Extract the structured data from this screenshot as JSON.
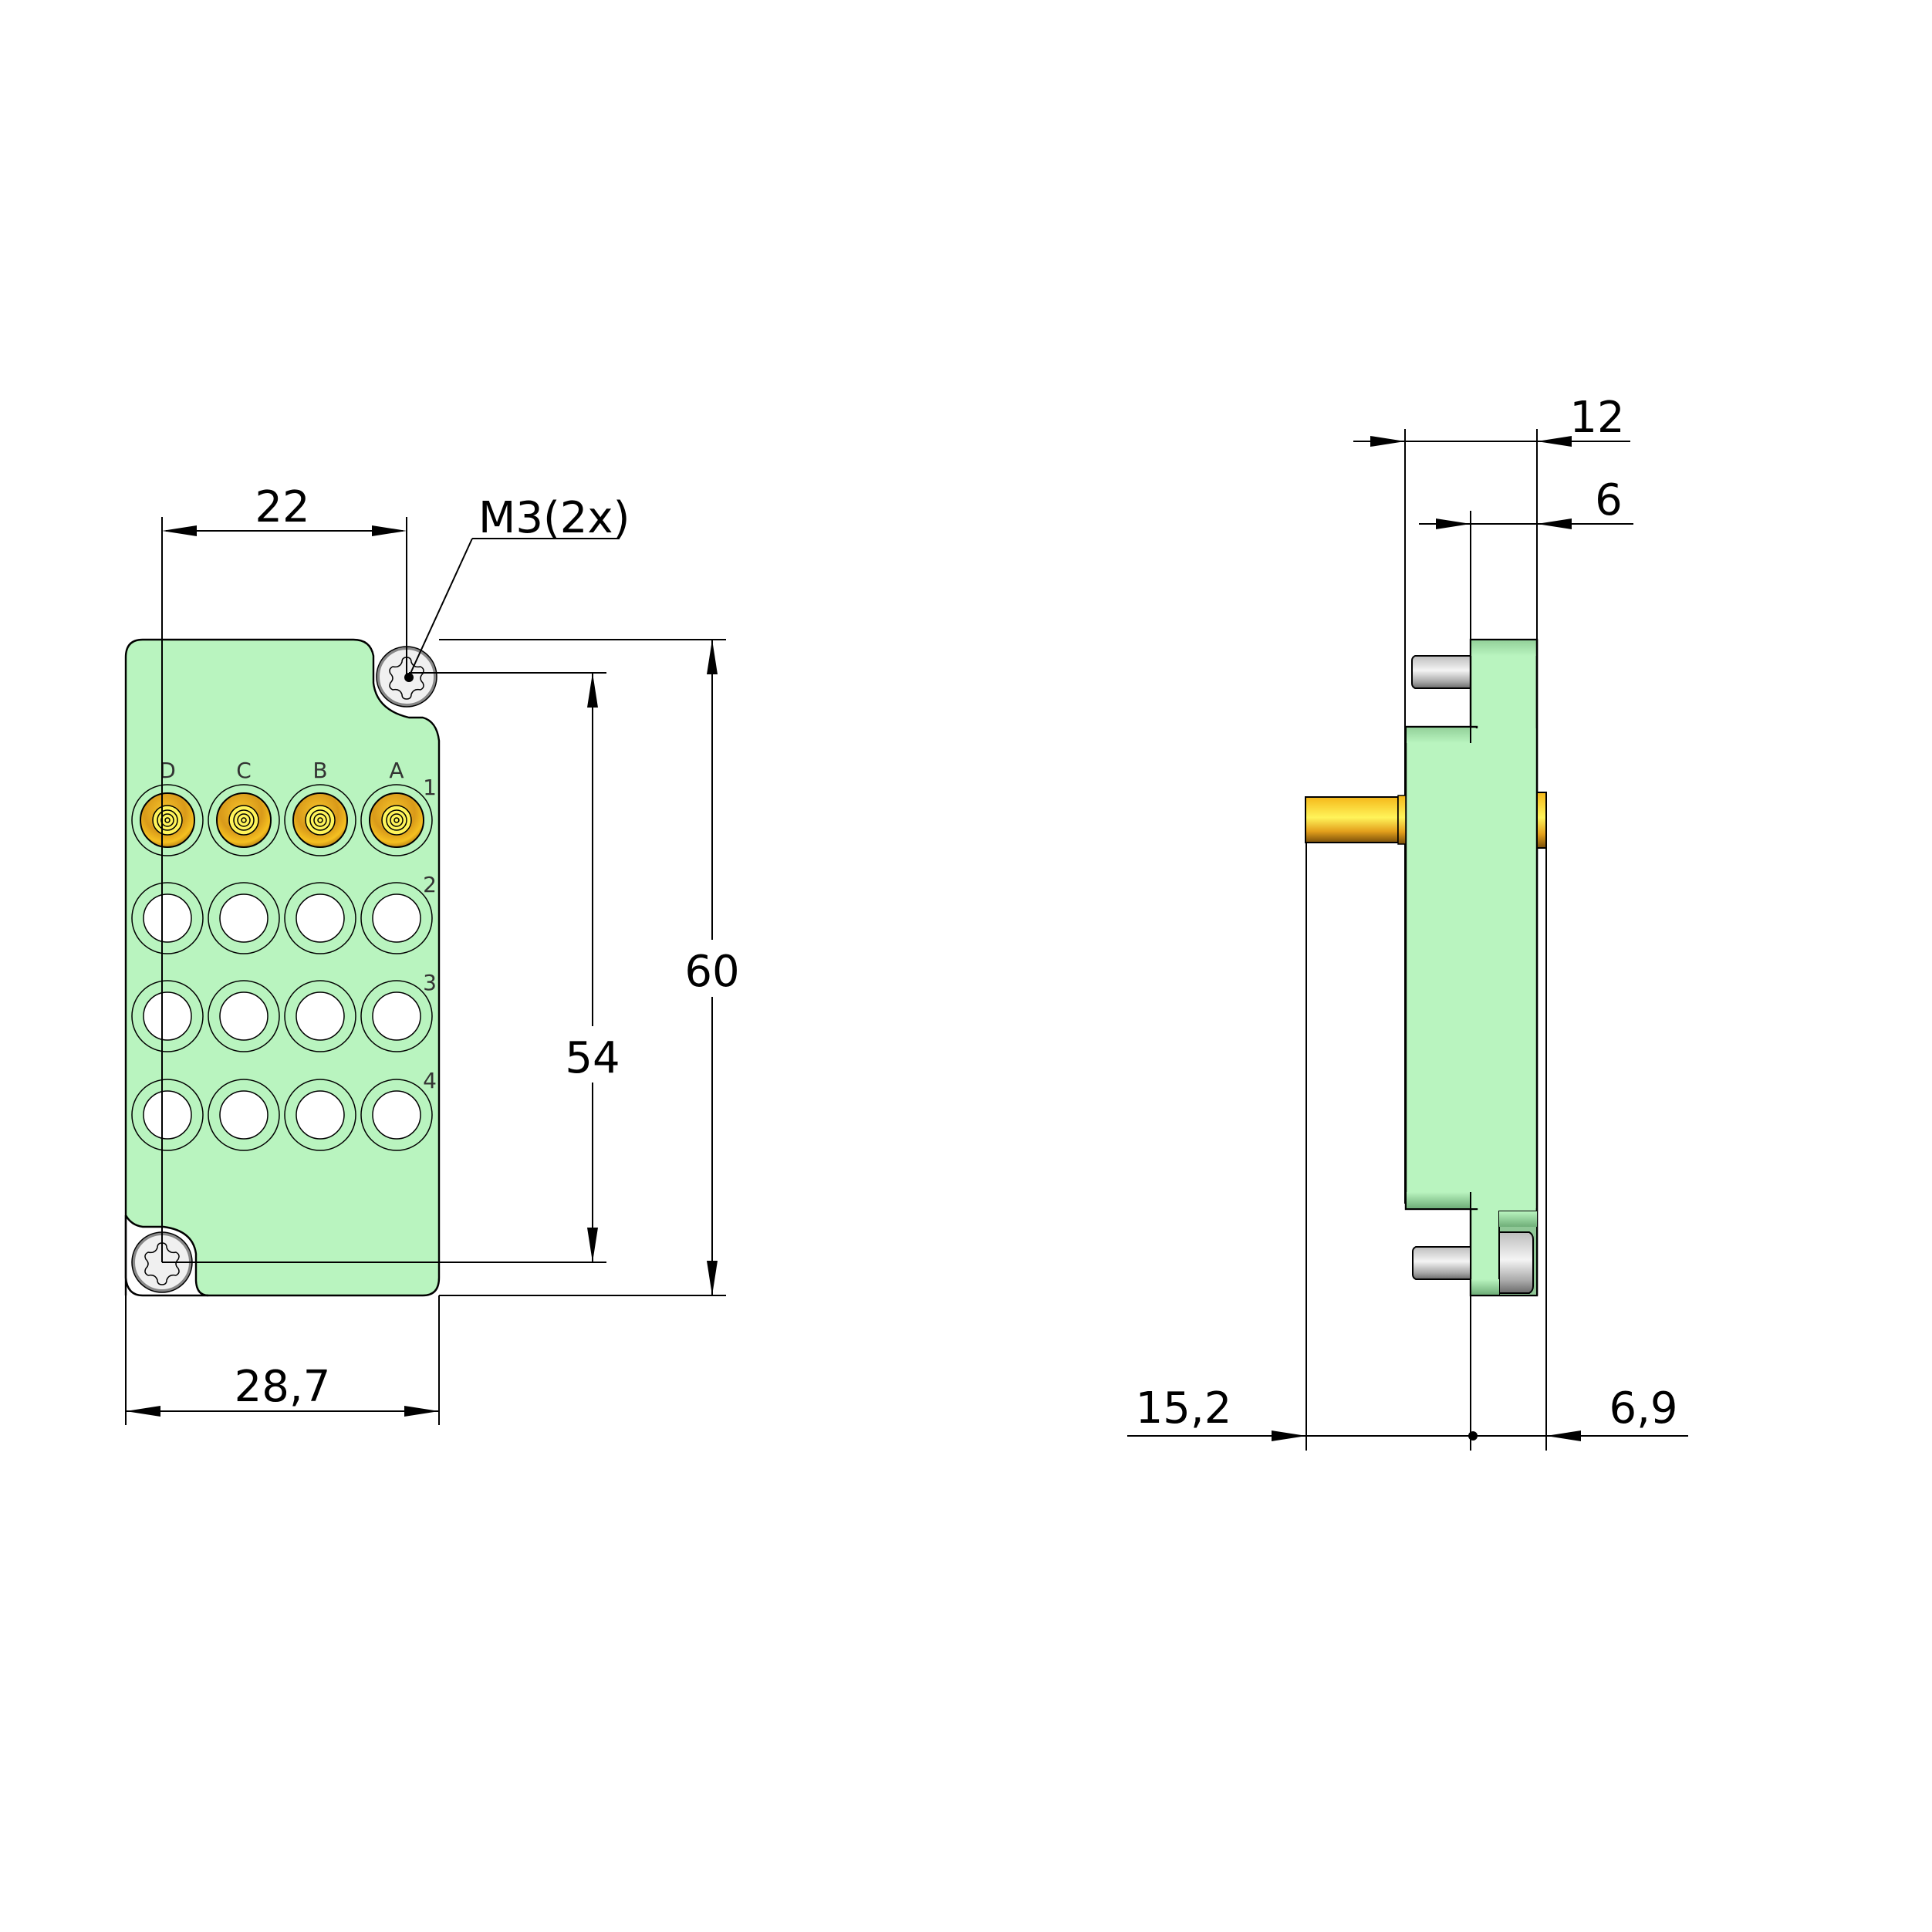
{
  "drawing": {
    "type": "technical-drawing",
    "subject": "connector module front and side view",
    "colors": {
      "body": "#b9f4bf",
      "body_shade": "#93d19a",
      "gold": "#e6a51c",
      "gold_light": "#fff45a",
      "screw": "#f0f0f0",
      "pin_gray": "#c8c8c8",
      "line": "#000000"
    }
  },
  "front_view": {
    "column_labels": [
      "D",
      "C",
      "B",
      "A"
    ],
    "row_labels": [
      "1",
      "2",
      "3",
      "4"
    ],
    "populated_row": "1",
    "callout": "M3(2x)",
    "dimensions": {
      "screw_horizontal": "22",
      "screw_vertical": "54",
      "height": "60",
      "width": "28,7"
    }
  },
  "side_view": {
    "dimensions": {
      "total_depth": "12",
      "plate_depth": "6",
      "front_pin": "15,2",
      "rear_pin": "6,9"
    }
  }
}
